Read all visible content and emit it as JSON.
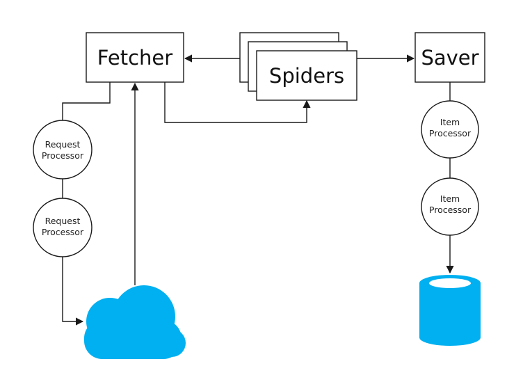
{
  "nodes": {
    "fetcher": "Fetcher",
    "spiders": "Spiders",
    "saver": "Saver",
    "request_processor_1": [
      "Request",
      "Processor"
    ],
    "request_processor_2": [
      "Request",
      "Processor"
    ],
    "item_processor_1": [
      "Item",
      "Processor"
    ],
    "item_processor_2": [
      "Item",
      "Processor"
    ]
  },
  "icons": {
    "cloud": "cloud-icon",
    "database": "database-icon"
  },
  "colors": {
    "accent": "#00b0f0",
    "stroke": "#1a1a1a"
  }
}
